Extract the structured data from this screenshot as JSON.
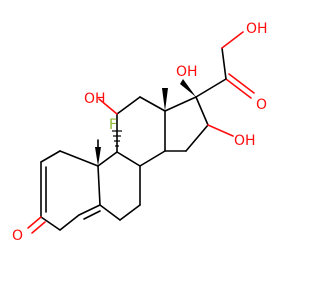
{
  "molecule": {
    "atoms": {
      "ketone_O": "O",
      "F": "F",
      "OH_C11": "OH",
      "OH_C17": "OH",
      "OH_C16": "OH",
      "O_C20": "O",
      "OH_C21": "OH"
    }
  },
  "colors": {
    "bond": "#000000",
    "oxygen": "#ff0d0d",
    "fluorine": "#8fb82e",
    "background": "#ffffff"
  }
}
